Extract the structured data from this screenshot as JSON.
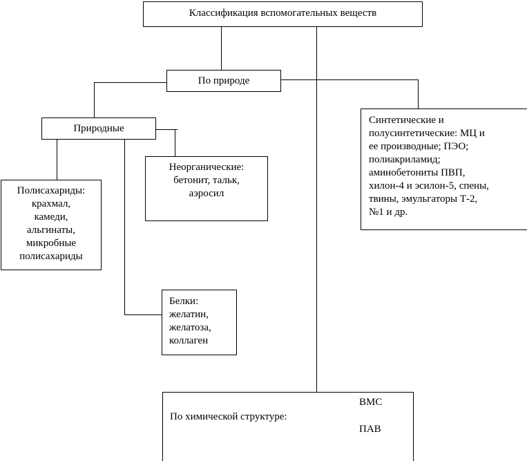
{
  "diagram": {
    "title": "Классификация вспомогательных веществ",
    "by_nature": {
      "label": "По природе",
      "natural": {
        "label": "Природные",
        "polysaccharides": {
          "lines": [
            "Полисахариды:",
            "крахмал,",
            "камеди,",
            "альгинаты,",
            "микробные",
            "полисахариды"
          ]
        },
        "inorganic": {
          "lines": [
            "Неорганические:",
            "бетонит, тальк,",
            "аэросил"
          ]
        },
        "proteins": {
          "lines": [
            "Белки:",
            "желатин,",
            "желатоза,",
            "коллаген"
          ]
        }
      },
      "synthetic": {
        "lines": [
          "Синтетические и",
          "полусинтетические: МЦ и",
          "ее производные; ПЭО;",
          "полиакриламид;",
          "аминобетониты ПВП,",
          "хилон-4 и эсилон-5, спены,",
          "твины, эмульгаторы Т-2,",
          "№1 и др."
        ]
      }
    },
    "by_chemical_structure": {
      "label": "По химической структуре:",
      "branches": [
        "ВМС",
        "ПАВ"
      ]
    }
  },
  "colors": {
    "line": "#000000",
    "background": "#ffffff"
  }
}
